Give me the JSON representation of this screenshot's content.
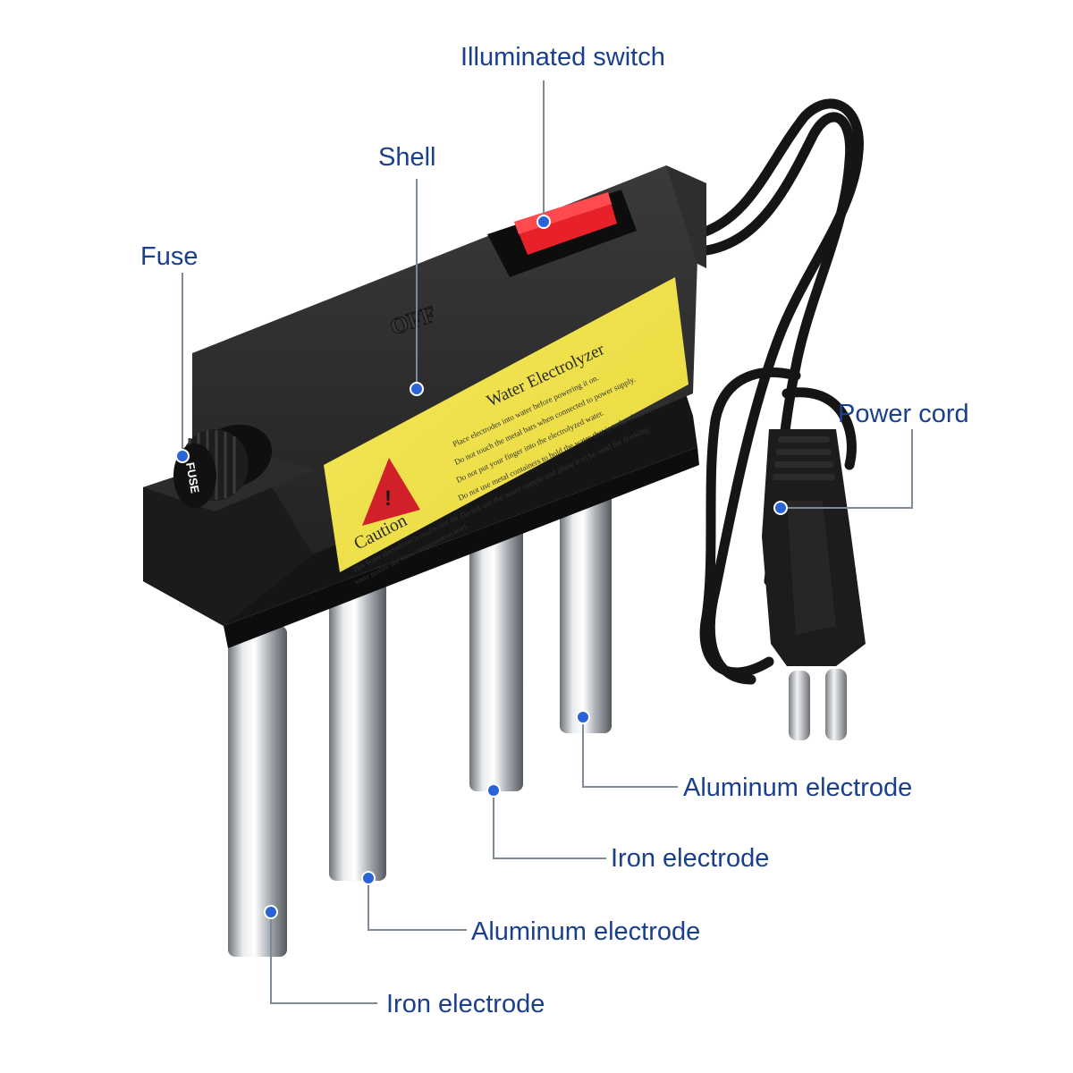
{
  "callouts": {
    "illuminated_switch": "Illuminated switch",
    "shell": "Shell",
    "fuse": "Fuse",
    "power_cord": "Power cord",
    "aluminum_electrode_right": "Aluminum electrode",
    "iron_electrode_middle": "Iron electrode",
    "aluminum_electrode_left": "Aluminum electrode",
    "iron_electrode_left": "Iron electrode"
  },
  "device": {
    "top_marking": "OFF",
    "fuse_cap_text": "FUSE",
    "label_title": "Water Electrolyzer",
    "label_lines": [
      "Place electrodes into water before powering it on.",
      "Do not touch the metal bars when connected to power supply.",
      "Do not put your finger into the electrolyzed water.",
      "Do not use metal containers to hold the water that is to be electrolyzed.",
      "Do not use the water sample and allow it to be used for drinking."
    ],
    "caution_title": "Caution",
    "caution_lines": [
      "This Water electrolyzer is used to test the",
      "water quality and show contamination level."
    ]
  },
  "colors": {
    "callout_text": "#1a3f8c",
    "callout_dot": "#2a63d6",
    "leader_line": "#7f8a99",
    "housing": "#1f1f1f",
    "label_yellow": "#f2e34a",
    "switch_red": "#e8202a"
  }
}
